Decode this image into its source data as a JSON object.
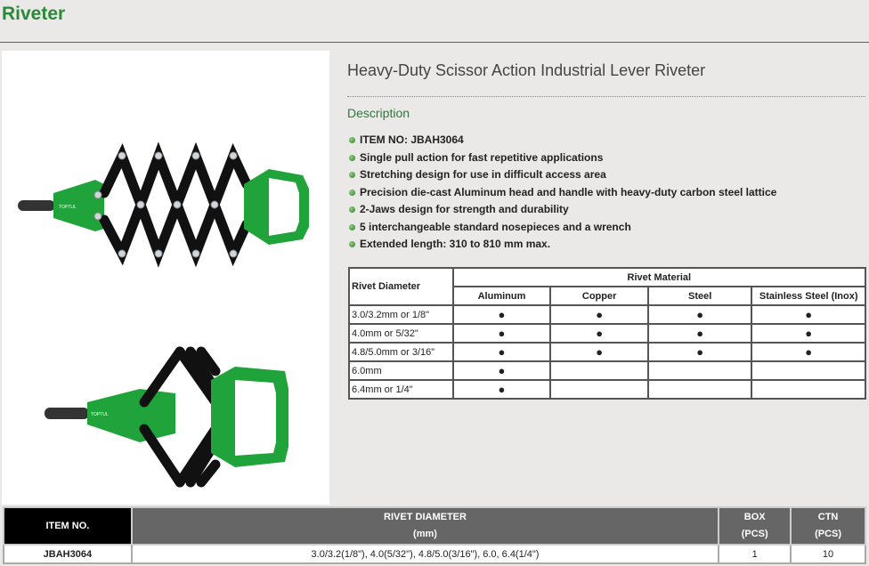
{
  "page_title": "Riveter",
  "product": {
    "name": "Heavy-Duty Scissor Action Industrial Lever Riveter",
    "description_heading": "Description",
    "features": [
      "ITEM NO: JBAH3064",
      "Single pull action for fast repetitive applications",
      "Stretching design for use in difficult access area",
      "Precision die-cast Aluminum head and handle with heavy-duty carbon steel lattice",
      "2-Jaws design for strength and durability",
      "5 interchangeable standard nosepieces and a wrench",
      "Extended length: 310 to 810 mm max."
    ],
    "brand_logo_text": "TOPTUL"
  },
  "spec_table": {
    "row_header": "Rivet Diameter",
    "group_header": "Rivet Material",
    "columns": [
      "Aluminum",
      "Copper",
      "Steel",
      "Stainless Steel (Inox)"
    ],
    "mark": "●",
    "rows": [
      {
        "label": "3.0/3.2mm or 1/8\"",
        "marks": [
          "●",
          "●",
          "●",
          "●"
        ]
      },
      {
        "label": "4.0mm or 5/32\"",
        "marks": [
          "●",
          "●",
          "●",
          "●"
        ]
      },
      {
        "label": "4.8/5.0mm or 3/16\"",
        "marks": [
          "●",
          "●",
          "●",
          "●"
        ]
      },
      {
        "label": "6.0mm",
        "marks": [
          "●",
          "",
          "",
          ""
        ]
      },
      {
        "label": "6.4mm or 1/4\"",
        "marks": [
          "●",
          "",
          "",
          ""
        ]
      }
    ]
  },
  "order_table": {
    "headers": {
      "item": "ITEM NO.",
      "diameter": "RIVET DIAMETER",
      "diameter_unit": "(mm)",
      "box": "BOX",
      "box_unit": "(PCS)",
      "ctn": "CTN",
      "ctn_unit": "(PCS)"
    },
    "row": {
      "item": "JBAH3064",
      "diameter": "3.0/3.2(1/8\"), 4.0(5/32\"), 4.8/5.0(3/16\"), 6.0, 6.4(1/4\")",
      "box": "1",
      "ctn": "10"
    }
  },
  "colors": {
    "accent": "#2a8a3a",
    "tool_green": "#1fa33a",
    "header_dark": "#000000",
    "header_grey": "#666666"
  }
}
